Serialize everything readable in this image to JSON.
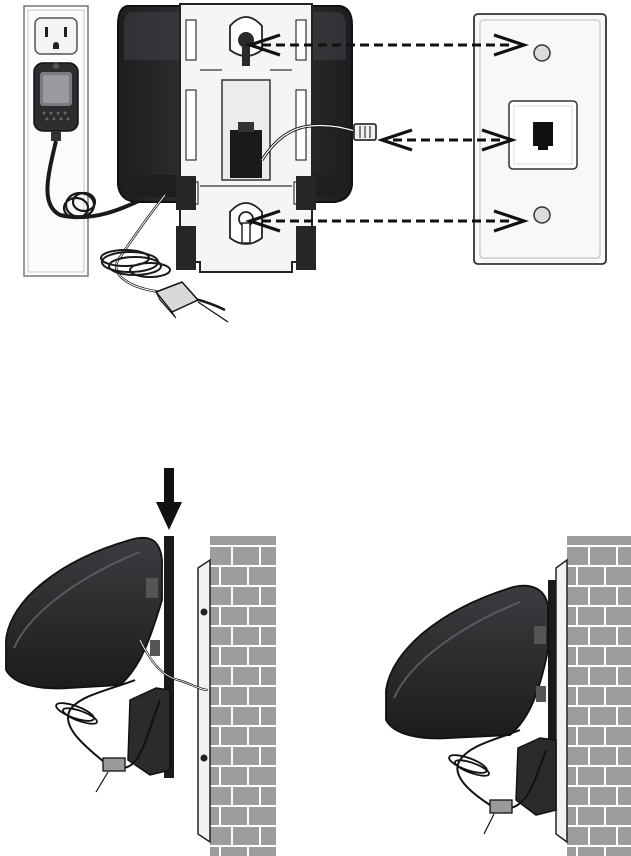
{
  "figure": {
    "panels": [
      "wall-mount-connection-view",
      "mounting-step-side-view",
      "mounted-side-view"
    ],
    "icons": [
      "outlet-icon",
      "power-adapter-icon",
      "phone-jack-icon",
      "wall-plate-icon",
      "down-arrow-icon",
      "dashed-arrow-icon",
      "brick-wall-icon"
    ]
  },
  "colors": {
    "device": "#2b2b2d",
    "device_highlight": "#4a4a4e",
    "bracket": "#f4f4f4",
    "outline": "#222222",
    "brick_gray": "#9d9d9d",
    "brick_line": "#ffffff",
    "plate": "#f7f7f7",
    "arrow": "#111111"
  }
}
